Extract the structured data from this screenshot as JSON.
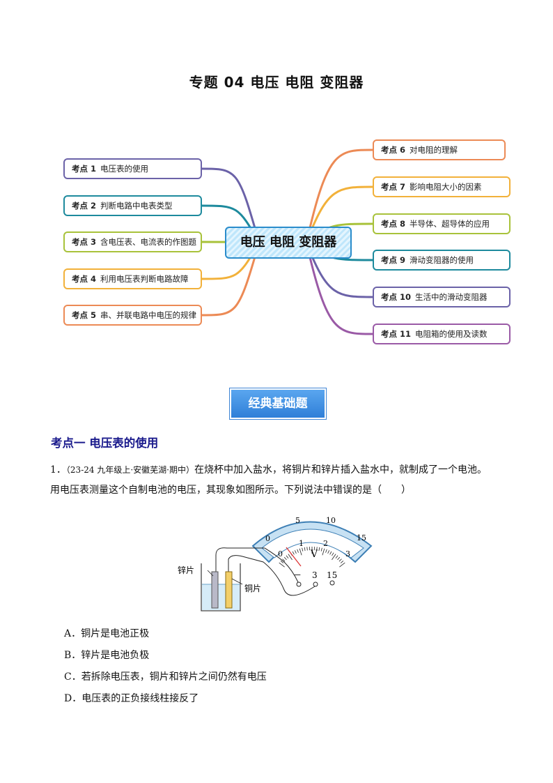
{
  "title": "专题 04   电压  电阻  变阻器",
  "mindmap": {
    "center": "电压 电阻 变阻器",
    "left": [
      {
        "num": "考点 1",
        "label": "电压表的使用",
        "color": "#6b62a8"
      },
      {
        "num": "考点 2",
        "label": "判断电路中电表类型",
        "color": "#1d8a9d"
      },
      {
        "num": "考点 3",
        "label": "含电压表、电流表的作图题",
        "color": "#a8c23a"
      },
      {
        "num": "考点 4",
        "label": "利用电压表判断电路故障",
        "color": "#f2b13a"
      },
      {
        "num": "考点 5",
        "label": "串、并联电路中电压的规律",
        "color": "#ec8a55"
      }
    ],
    "right": [
      {
        "num": "考点 6",
        "label": "对电阻的理解",
        "color": "#ec8a55"
      },
      {
        "num": "考点 7",
        "label": "影响电阻大小的因素",
        "color": "#f2b13a"
      },
      {
        "num": "考点 8",
        "label": "半导体、超导体的应用",
        "color": "#a8c23a"
      },
      {
        "num": "考点 9",
        "label": "滑动变阻器的使用",
        "color": "#1d8a9d"
      },
      {
        "num": "考点 10",
        "label": "生活中的滑动变阻器",
        "color": "#6b62a8"
      },
      {
        "num": "考点 11",
        "label": "电阻箱的使用及读数",
        "color": "#9a5aa6"
      }
    ]
  },
  "banner": "经典基础题",
  "section": "考点一  电压表的使用",
  "question": {
    "number": "1．",
    "source": "（23-24 九年级上·安徽芜湖·期中）",
    "text1": "在烧杯中加入盐水，将铜片和锌片插入盐水中，就制成了一个电池。",
    "text2": "用电压表测量这个自制电池的电压，其现象如图所示。下列说法中错误的是（　　）"
  },
  "figure": {
    "zinc_label": "锌片",
    "copper_label": "铜片",
    "unit": "V",
    "outer_scale": [
      "0",
      "5",
      "10",
      "15"
    ],
    "inner_scale": [
      "0",
      "1",
      "2",
      "3"
    ],
    "terminals": [
      "－",
      "3",
      "15"
    ]
  },
  "options": [
    "A．铜片是电池正极",
    "B．锌片是电池负极",
    "C．若拆除电压表，铜片和锌片之间仍然有电压",
    "D．电压表的正负接线柱接反了"
  ]
}
